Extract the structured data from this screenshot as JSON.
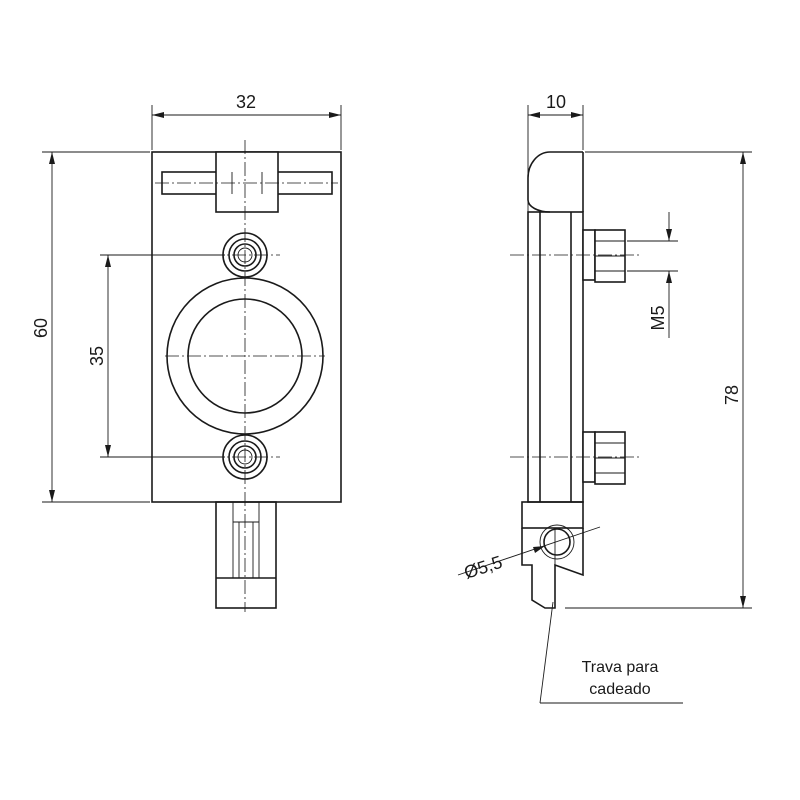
{
  "drawing": {
    "dimensions": {
      "front_width": "32",
      "front_height": "60",
      "hole_spacing": "35",
      "side_depth": "10",
      "side_height": "78",
      "thread": "M5",
      "padlock_hole": "Ø5,5"
    },
    "callout": {
      "line1": "Trava para",
      "line2": "cadeado"
    }
  }
}
